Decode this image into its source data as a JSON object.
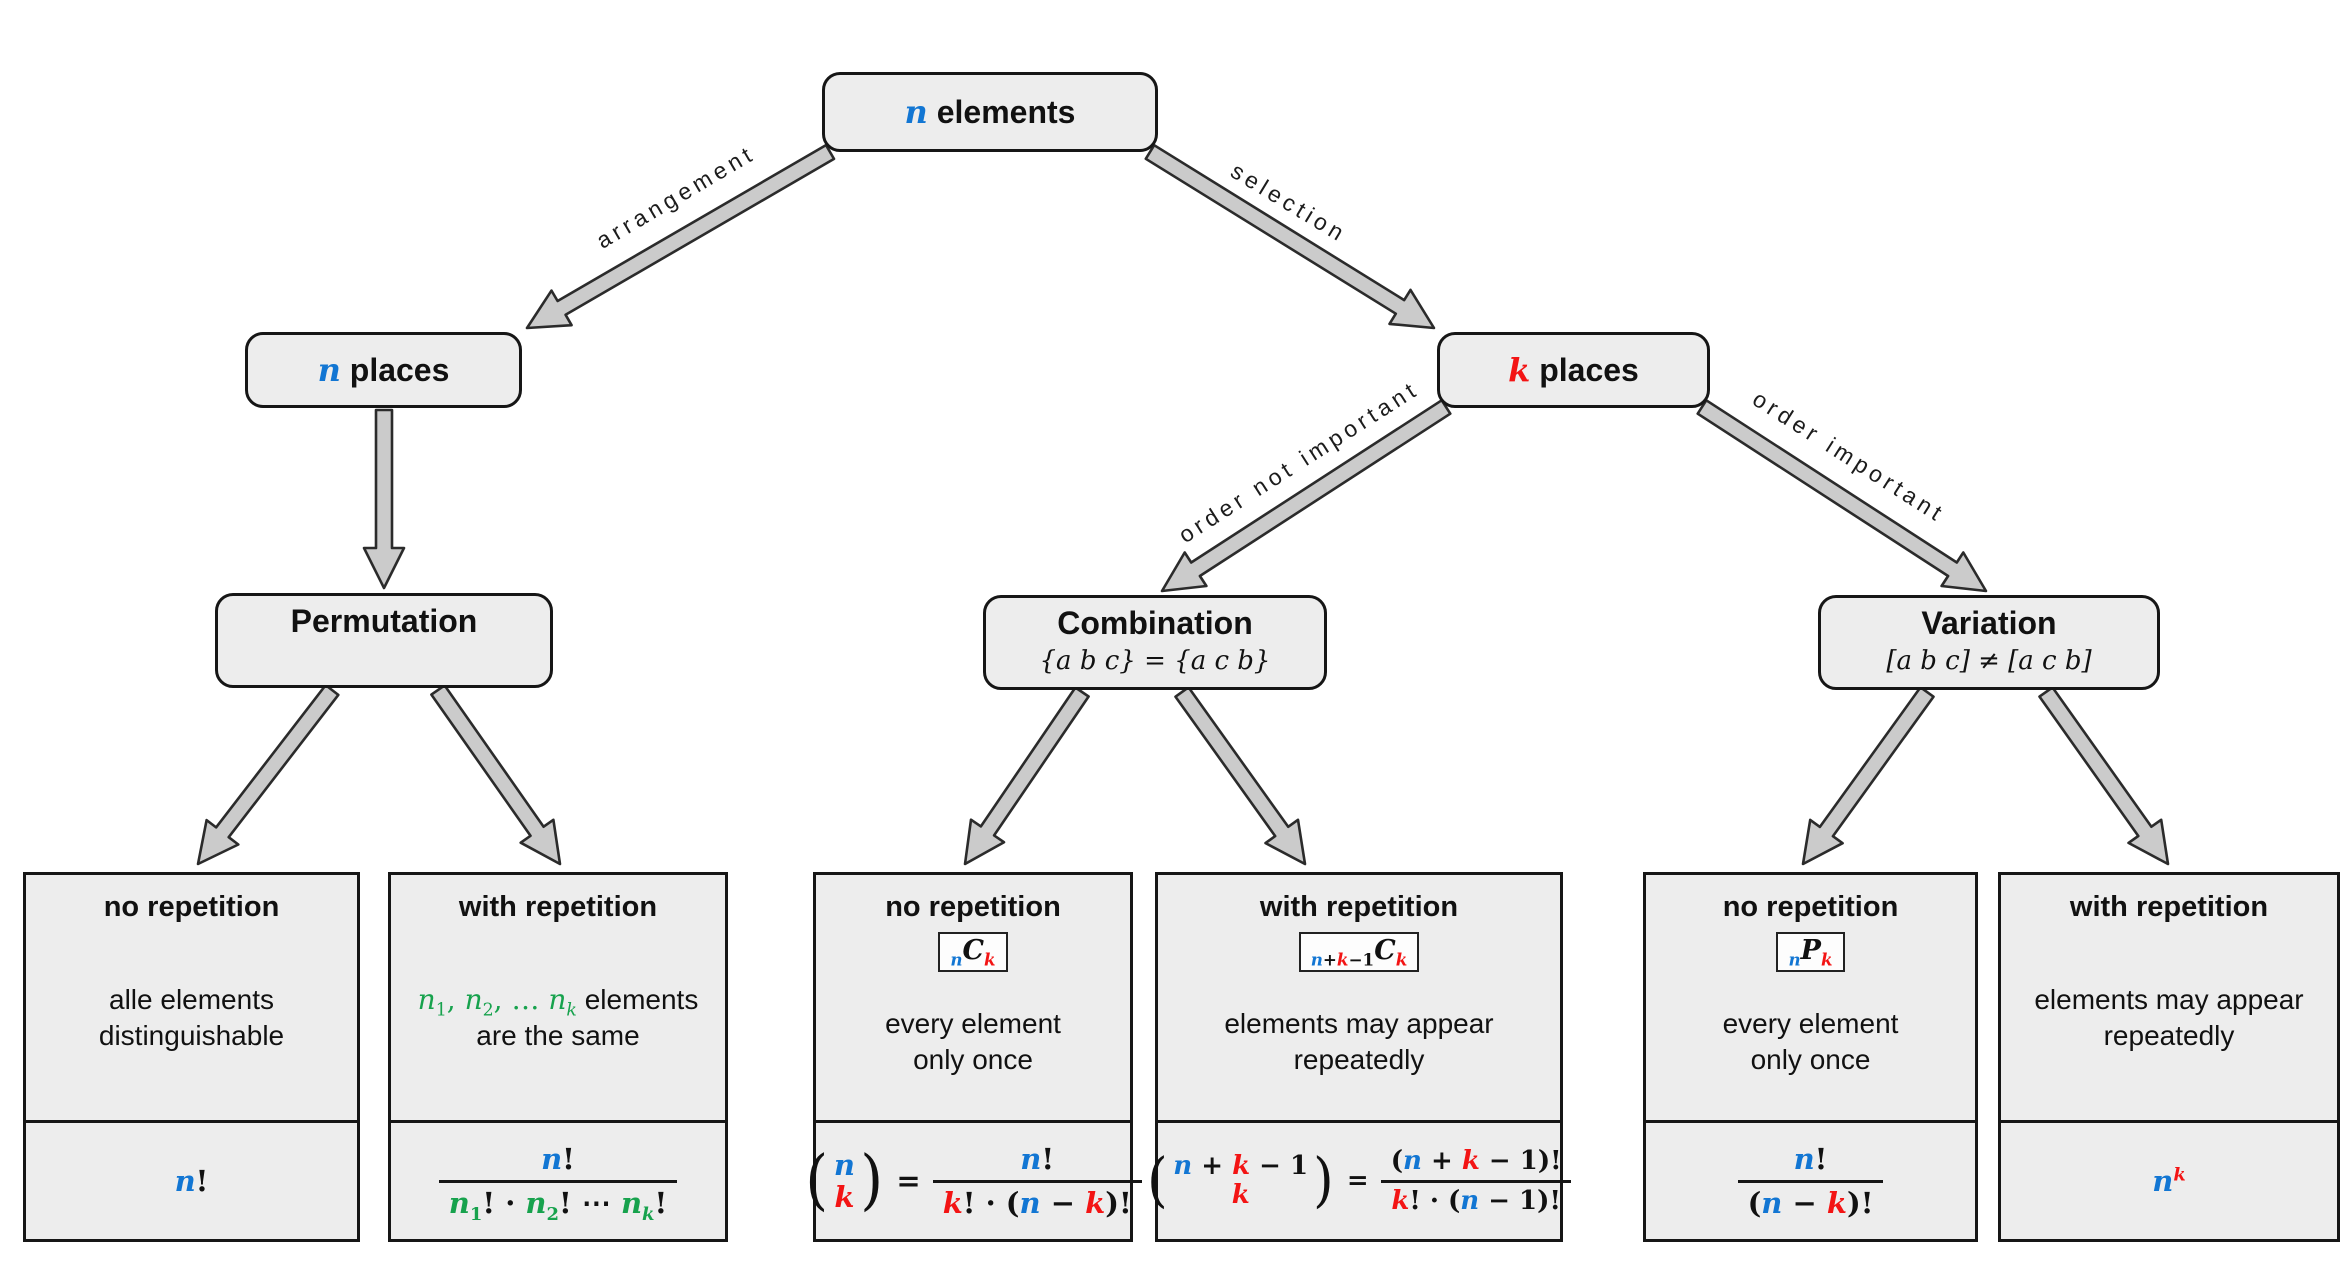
{
  "palette": {
    "blue": "#1276d3",
    "red": "#f31414",
    "green": "#17a24d",
    "box_fill": "#ededed",
    "arrow_fill": "#cbcbcb",
    "border": "#161616"
  },
  "root": {
    "segments": [
      {
        "t": "n",
        "c": "b it ser"
      },
      {
        "t": " elements"
      }
    ]
  },
  "level2": {
    "n_places": {
      "segments": [
        {
          "t": "n",
          "c": "b it ser"
        },
        {
          "t": " places"
        }
      ]
    },
    "k_places": {
      "segments": [
        {
          "t": "k",
          "c": "r it ser"
        },
        {
          "t": " places"
        }
      ]
    }
  },
  "edge_labels": {
    "arrangement": "arrangement",
    "selection": "selection",
    "order_not_important": "order not important",
    "order_important": "order important"
  },
  "level3": {
    "permutation": {
      "title": "Permutation",
      "math": []
    },
    "combination": {
      "title": "Combination",
      "math": [
        {
          "t": "{a b c} = {a c b}"
        }
      ]
    },
    "variation": {
      "title": "Variation",
      "math": [
        {
          "t": "[a b c] ≠ [a c b]"
        }
      ]
    }
  },
  "leaves": [
    {
      "title": "no repetition",
      "body": [
        [
          {
            "t": "alle elements"
          }
        ],
        [
          {
            "t": "distinguishable"
          }
        ]
      ],
      "formula": {
        "type": "plain",
        "segments": [
          {
            "t": "n",
            "c": "b it"
          },
          {
            "t": "!"
          }
        ]
      }
    },
    {
      "title": "with repetition",
      "body": [
        [
          {
            "t": "n",
            "c": "g it ser"
          },
          {
            "t": "1",
            "c": "g ser",
            "tag": "sub"
          },
          {
            "t": ", ",
            "c": "g ser"
          },
          {
            "t": "n",
            "c": "g it ser"
          },
          {
            "t": "2",
            "c": "g ser",
            "tag": "sub"
          },
          {
            "t": ", … ",
            "c": "g ser"
          },
          {
            "t": "n",
            "c": "g it ser"
          },
          {
            "t": "k",
            "c": "g it ser",
            "tag": "sub"
          },
          {
            "t": " elements"
          }
        ],
        [
          {
            "t": "are the same"
          }
        ]
      ],
      "formula": {
        "type": "frac",
        "num": [
          {
            "t": "n",
            "c": "b it"
          },
          {
            "t": "!"
          }
        ],
        "den": [
          {
            "t": "n",
            "c": "g it"
          },
          {
            "t": "1",
            "c": "g",
            "tag": "sub"
          },
          {
            "t": "! · "
          },
          {
            "t": "n",
            "c": "g it"
          },
          {
            "t": "2",
            "c": "g",
            "tag": "sub"
          },
          {
            "t": "! ⋯ "
          },
          {
            "t": "n",
            "c": "g it"
          },
          {
            "t": "k",
            "c": "g it",
            "tag": "sub"
          },
          {
            "t": "!"
          }
        ]
      }
    },
    {
      "title": "no repetition",
      "badge": [
        {
          "t": "n",
          "c": "b it",
          "tag": "sub"
        },
        {
          "t": "C",
          "c": "it"
        },
        {
          "t": "k",
          "c": "r it",
          "tag": "sub"
        }
      ],
      "body": [
        [
          {
            "t": "every element"
          }
        ],
        [
          {
            "t": "only once"
          }
        ]
      ],
      "formula": {
        "type": "binom",
        "open": "(",
        "close": ")",
        "eq": "=",
        "top": [
          {
            "t": "n",
            "c": "b it"
          }
        ],
        "bot": [
          {
            "t": "k",
            "c": "r it"
          }
        ],
        "num": [
          {
            "t": "n",
            "c": "b it"
          },
          {
            "t": "!"
          }
        ],
        "den": [
          {
            "t": "k",
            "c": "r it"
          },
          {
            "t": "! · ("
          },
          {
            "t": "n",
            "c": "b it"
          },
          {
            "t": " − "
          },
          {
            "t": "k",
            "c": "r it"
          },
          {
            "t": ")!"
          }
        ]
      }
    },
    {
      "title": "with repetition",
      "badge": [
        {
          "t": "n",
          "c": "b it",
          "tag": "sub"
        },
        {
          "t": "+",
          "tag": "sub"
        },
        {
          "t": "k",
          "c": "r it",
          "tag": "sub"
        },
        {
          "t": "−1",
          "tag": "sub"
        },
        {
          "t": "C",
          "c": "it"
        },
        {
          "t": "k",
          "c": "r it",
          "tag": "sub"
        }
      ],
      "body": [
        [
          {
            "t": "elements may appear"
          }
        ],
        [
          {
            "t": "repeatedly"
          }
        ]
      ],
      "formula": {
        "type": "binom",
        "open": "(",
        "close": ")",
        "eq": "=",
        "top": [
          {
            "t": "n",
            "c": "b it"
          },
          {
            "t": " + "
          },
          {
            "t": "k",
            "c": "r it"
          },
          {
            "t": " − 1"
          }
        ],
        "bot": [
          {
            "t": "k",
            "c": "r it"
          }
        ],
        "num": [
          {
            "t": "("
          },
          {
            "t": "n",
            "c": "b it"
          },
          {
            "t": " + "
          },
          {
            "t": "k",
            "c": "r it"
          },
          {
            "t": " − 1)!"
          }
        ],
        "den": [
          {
            "t": "k",
            "c": "r it"
          },
          {
            "t": "! · ("
          },
          {
            "t": "n",
            "c": "b it"
          },
          {
            "t": " − 1)!"
          }
        ]
      }
    },
    {
      "title": "no repetition",
      "badge": [
        {
          "t": "n",
          "c": "b it",
          "tag": "sub"
        },
        {
          "t": "P",
          "c": "it"
        },
        {
          "t": "k",
          "c": "r it",
          "tag": "sub"
        }
      ],
      "body": [
        [
          {
            "t": "every element"
          }
        ],
        [
          {
            "t": "only once"
          }
        ]
      ],
      "formula": {
        "type": "frac",
        "num": [
          {
            "t": "n",
            "c": "b it"
          },
          {
            "t": "!"
          }
        ],
        "den": [
          {
            "t": "("
          },
          {
            "t": "n",
            "c": "b it"
          },
          {
            "t": " − "
          },
          {
            "t": "k",
            "c": "r it"
          },
          {
            "t": ")!"
          }
        ]
      }
    },
    {
      "title": "with repetition",
      "body": [
        [
          {
            "t": "elements may appear"
          }
        ],
        [
          {
            "t": "repeatedly"
          }
        ]
      ],
      "formula": {
        "type": "plain",
        "segments": [
          {
            "t": "n",
            "c": "b it"
          },
          {
            "t": "k",
            "c": "r it",
            "tag": "sup"
          }
        ]
      }
    }
  ]
}
